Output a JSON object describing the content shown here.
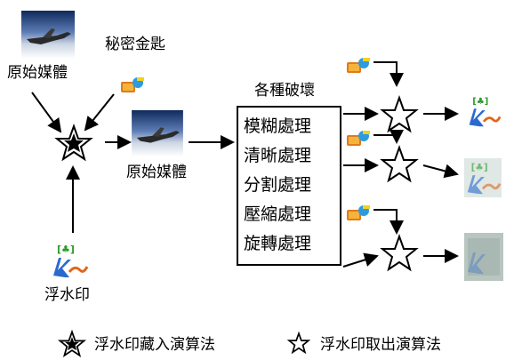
{
  "labels": {
    "secret_key": "秘密金匙",
    "original_media_top": "原始媒體",
    "original_media_mid": "原始媒體",
    "watermark": "浮水印",
    "attacks_title": "各種破壞"
  },
  "attacks": [
    "模糊處理",
    "清晰處理",
    "分割處理",
    "壓縮處理",
    "旋轉處理"
  ],
  "legend": {
    "embed": "浮水印藏入演算法",
    "extract": "浮水印取出演算法"
  },
  "icons": {
    "key": "key-icon",
    "plane": "airplane-photo",
    "watermark": "watermark-logo",
    "embed_star": "double-star-icon",
    "extract_star": "outline-star-icon"
  }
}
